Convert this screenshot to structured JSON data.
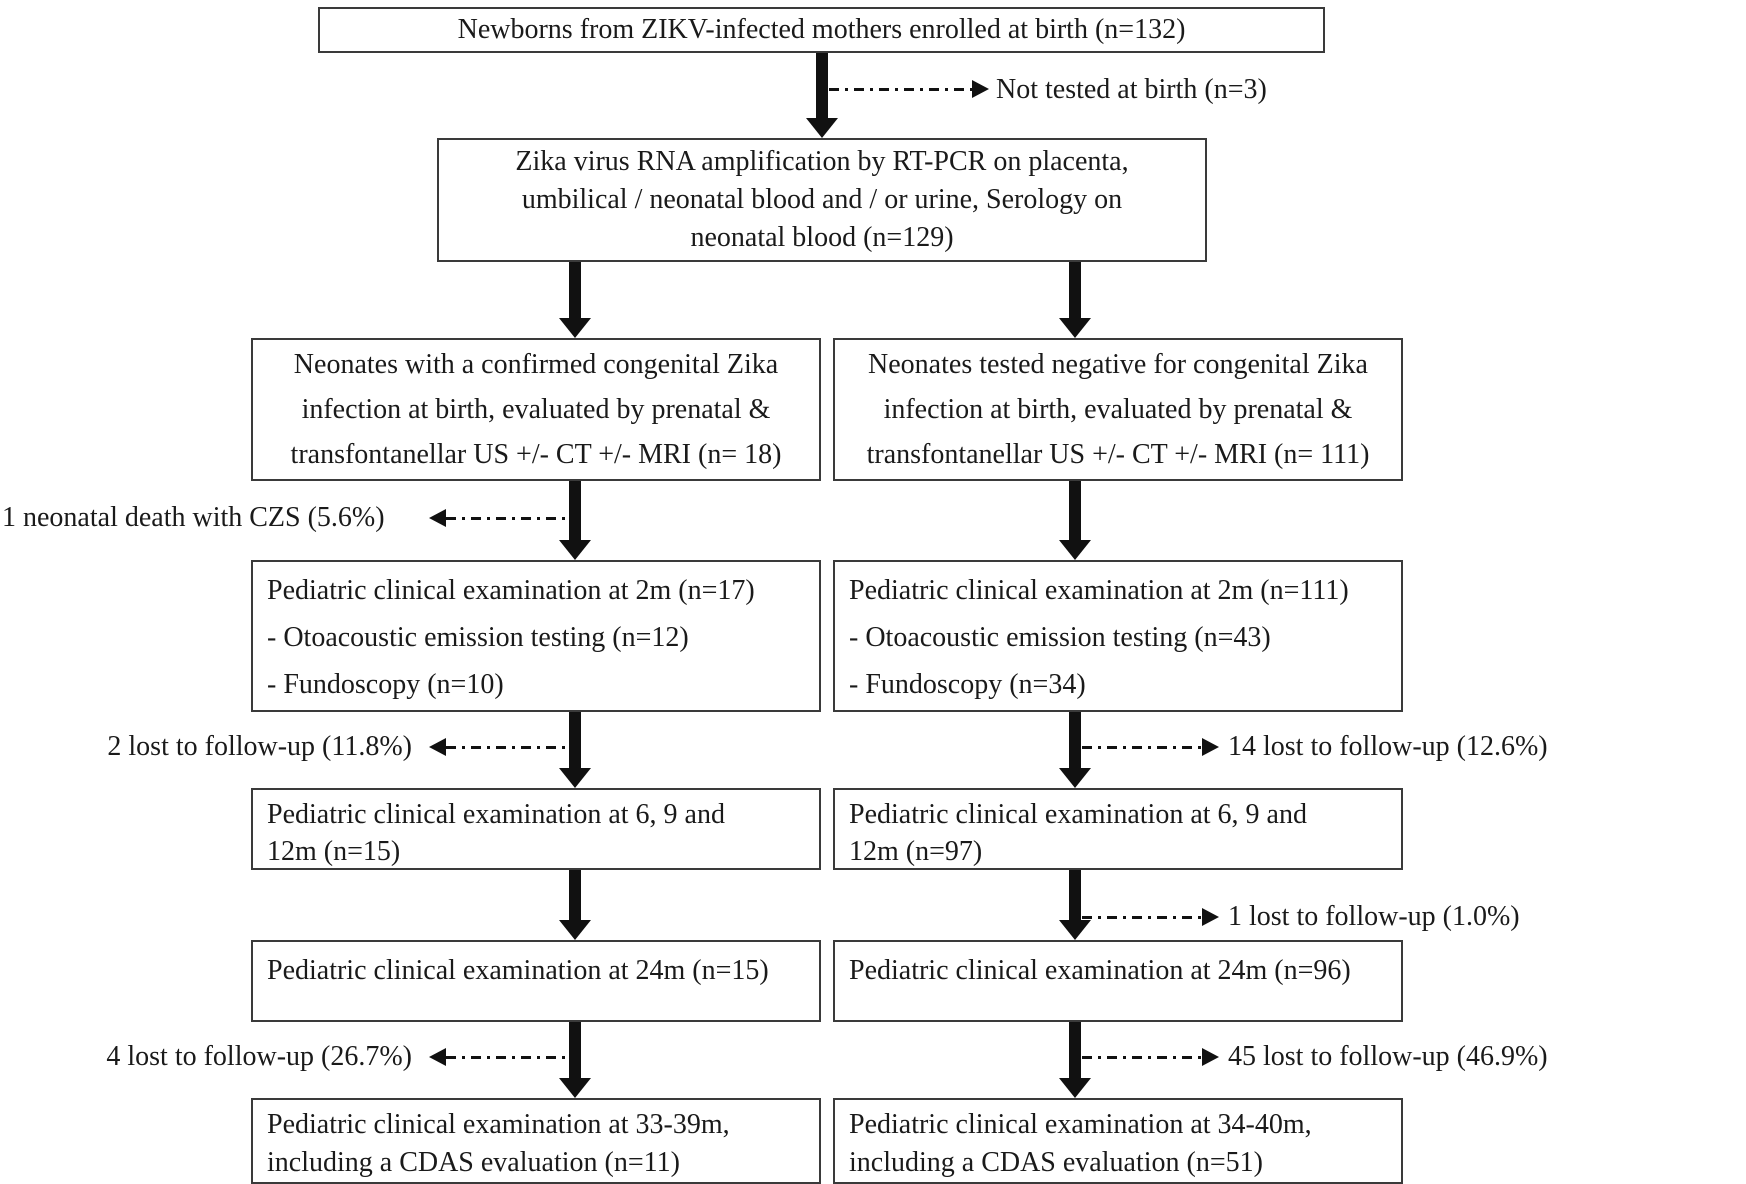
{
  "figure": {
    "title": "Zika virus newborn follow-up flow diagram",
    "colors": {
      "line": "#111111",
      "border": "#3a3a3a",
      "background": "#ffffff",
      "text": "#1a1a1a"
    },
    "boxes": {
      "enrolled": {
        "text": "Newborns from ZIKV-infected mothers enrolled at birth (n=132)"
      },
      "rtpcr": {
        "lines": [
          "Zika virus RNA amplification by RT-PCR on placenta,",
          "umbilical / neonatal blood and / or urine, Serology on",
          "neonatal blood (n=129)"
        ]
      },
      "confirmed": {
        "lines": [
          "Neonates with a confirmed congenital Zika",
          "infection at birth, evaluated by prenatal &",
          "transfontanellar US +/- CT +/- MRI (n= 18)"
        ]
      },
      "negative": {
        "lines": [
          "Neonates tested negative for congenital Zika",
          "infection at birth, evaluated by prenatal &",
          "transfontanellar US +/- CT +/- MRI (n= 111)"
        ]
      },
      "exam2m_left": {
        "lines": [
          "Pediatric clinical examination at 2m (n=17)",
          "- Otoacoustic emission testing (n=12)",
          "- Fundoscopy (n=10)"
        ]
      },
      "exam2m_right": {
        "lines": [
          "Pediatric clinical examination at 2m (n=111)",
          "- Otoacoustic emission testing (n=43)",
          "- Fundoscopy (n=34)"
        ]
      },
      "exam6912_left": {
        "lines": [
          "Pediatric clinical examination at 6, 9 and",
          "12m (n=15)"
        ]
      },
      "exam6912_right": {
        "lines": [
          "Pediatric clinical examination at 6, 9 and",
          "12m (n=97)"
        ]
      },
      "exam24_left": {
        "text": "Pediatric clinical examination at 24m (n=15)"
      },
      "exam24_right": {
        "text": "Pediatric clinical examination at 24m (n=96)"
      },
      "cdas_left": {
        "lines": [
          "Pediatric clinical examination at 33-39m,",
          "including a CDAS evaluation (n=11)"
        ]
      },
      "cdas_right": {
        "lines": [
          "Pediatric clinical examination at 34-40m,",
          "including a CDAS evaluation (n=51)"
        ]
      }
    },
    "annotations": {
      "not_tested": "Not tested at birth (n=3)",
      "neonatal_death": "1 neonatal death with CZS (5.6%)",
      "lost_left_1": "2 lost to follow-up (11.8%)",
      "lost_right_1": "14 lost to follow-up (12.6%)",
      "lost_right_2": "1 lost to follow-up (1.0%)",
      "lost_left_2": "4 lost to follow-up (26.7%)",
      "lost_right_3": "45 lost to follow-up (46.9%)"
    }
  }
}
